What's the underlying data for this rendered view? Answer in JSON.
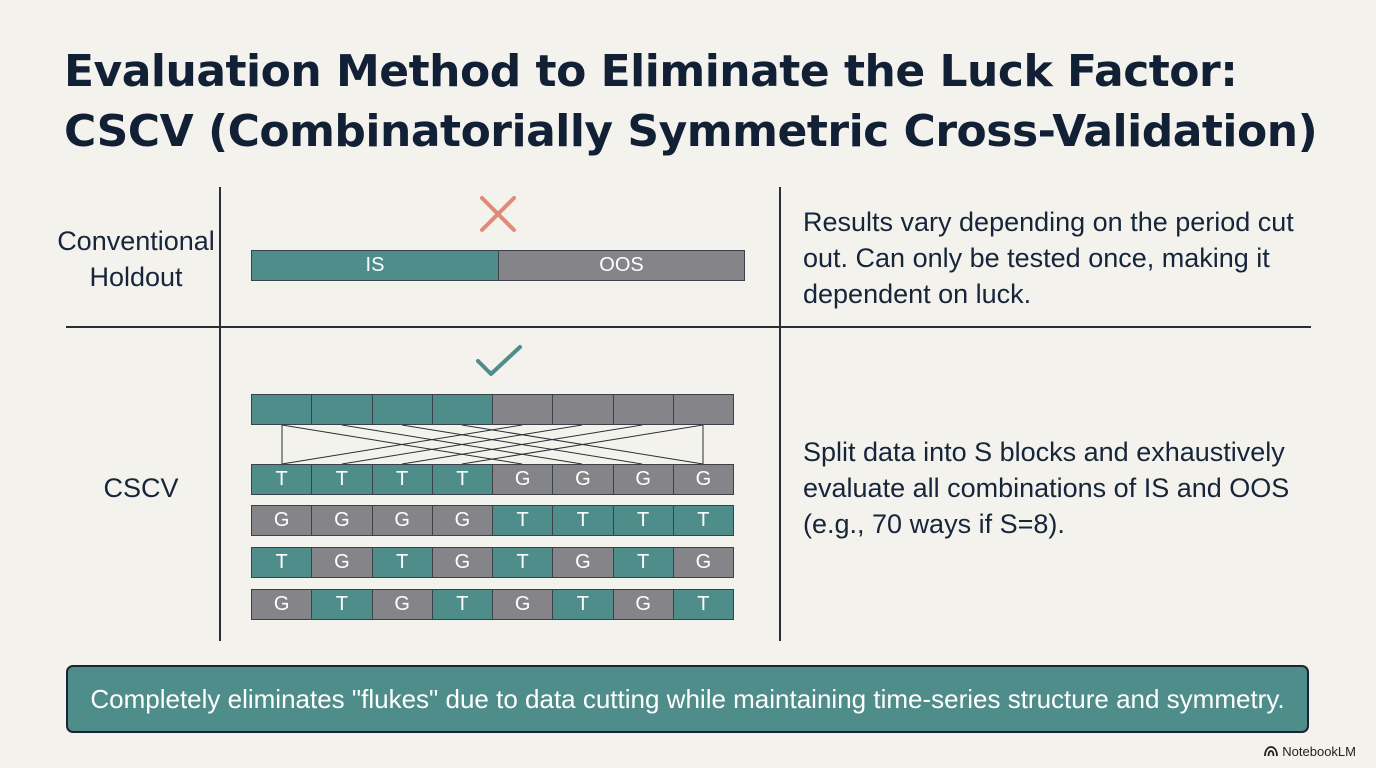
{
  "title": {
    "line1": "Evaluation Method to Eliminate the Luck Factor:",
    "line2": "CSCV (Combinatorially Symmetric Cross-Validation)"
  },
  "holdout": {
    "label_line1": "Conventional",
    "label_line2": "Holdout",
    "status_icon": "cross-icon",
    "bar": [
      {
        "label": "IS",
        "kind": "teal"
      },
      {
        "label": "OOS",
        "kind": "gray"
      }
    ],
    "description": "Results vary depending on the period cut out. Can only be tested once, making it dependent on luck."
  },
  "cscv": {
    "label": "CSCV",
    "status_icon": "check-icon",
    "source_blocks": [
      "teal",
      "teal",
      "teal",
      "teal",
      "gray",
      "gray",
      "gray",
      "gray"
    ],
    "combinations": [
      [
        "T",
        "T",
        "T",
        "T",
        "G",
        "G",
        "G",
        "G"
      ],
      [
        "G",
        "G",
        "G",
        "G",
        "T",
        "T",
        "T",
        "T"
      ],
      [
        "T",
        "G",
        "T",
        "G",
        "T",
        "G",
        "T",
        "G"
      ],
      [
        "G",
        "T",
        "G",
        "T",
        "G",
        "T",
        "G",
        "T"
      ]
    ],
    "description": "Split data into S blocks and exhaustively evaluate all combinations of IS and OOS (e.g., 70 ways if S=8)."
  },
  "banner": "Completely eliminates \"flukes\" due to data cutting while maintaining time-series structure and symmetry.",
  "brand": "NotebookLM",
  "colors": {
    "teal": "#4f8d8b",
    "gray": "#858589",
    "cross": "#e08a7a",
    "check": "#4f8d8b",
    "background": "#f3f2ed",
    "text": "#16253a"
  }
}
